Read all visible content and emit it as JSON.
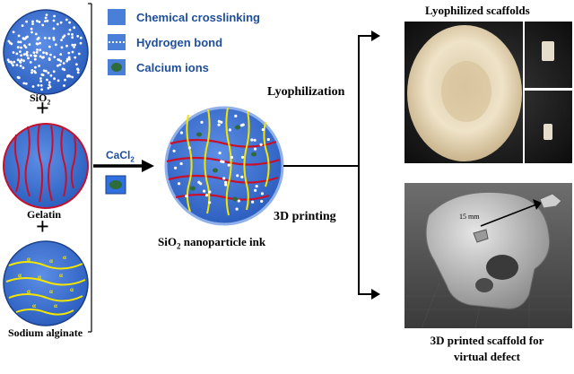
{
  "left_labels": {
    "silica": "SiO",
    "silica_sub": "2",
    "plus1": "+",
    "gelatin": "Gelatin",
    "plus2": "+",
    "alginate": "Sodium alginate"
  },
  "legend": {
    "crosslink": "Chemical crosslinking",
    "hbond": "Hydrogen bond",
    "calcium": "Calcium ions"
  },
  "reagent": {
    "main": "CaCl",
    "sub": "2"
  },
  "ink": {
    "prefix": "SiO",
    "sub": "2",
    "suffix": " nanoparticle ink"
  },
  "routes": {
    "lyo": "Lyophilization",
    "print": "3D printing"
  },
  "right": {
    "lyo_title": "Lyophilized scaffolds",
    "print_title_line1": "3D printed scaffold for",
    "print_title_line2": "virtual defect",
    "scale_label": "15 mm"
  },
  "colors": {
    "disc_blue": "#3a6fd1",
    "disc_edge": "#1c3f8a",
    "legend_blue": "#4a7fd9",
    "red_polymer": "#c8102e",
    "yellow_polymer": "#f2e600",
    "calcium_green": "#2e6b3a"
  }
}
